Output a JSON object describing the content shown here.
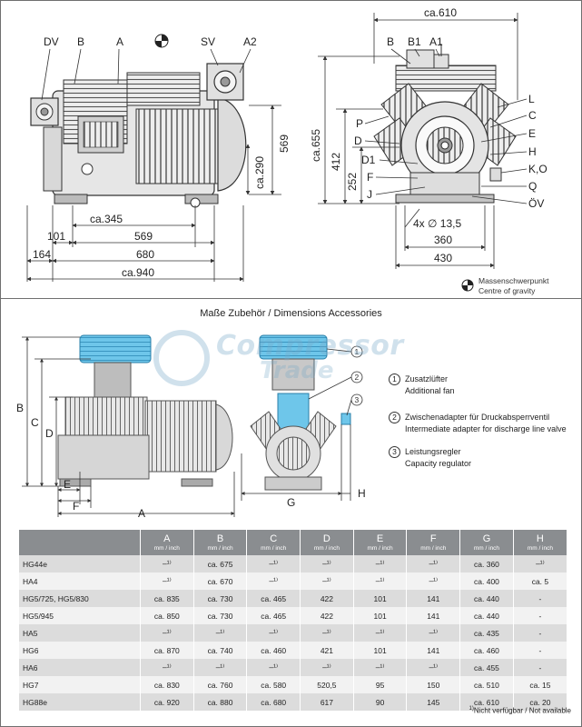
{
  "top_drawing": {
    "side_view_labels": [
      "DV",
      "B",
      "A",
      "SV",
      "A2"
    ],
    "front_view_labels_top": [
      "B",
      "B1",
      "A1"
    ],
    "front_view_labels_left": [
      "P",
      "D",
      "D1",
      "F",
      "J"
    ],
    "front_view_labels_right": [
      "L",
      "C",
      "E",
      "H",
      "K,O",
      "Q",
      "ÖV"
    ],
    "side_dims": {
      "d569_vertical": "569",
      "d290_vertical": "ca.290",
      "d345": "ca.345",
      "d101": "101",
      "d569": "569",
      "d164": "164",
      "d680": "680",
      "d940": "ca.940"
    },
    "front_dims": {
      "d610": "ca.610",
      "d655": "ca.655",
      "d412": "412",
      "d252": "252",
      "holes": "4x ∅ 13,5",
      "d360": "360",
      "d430": "430"
    },
    "gravity_legend": [
      "Massenschwerpunkt",
      "Centre of gravity"
    ]
  },
  "accessories": {
    "title": "Maße Zubehör / Dimensions Accessories",
    "dim_letters": [
      "B",
      "C",
      "D",
      "E",
      "F",
      "A",
      "G",
      "H"
    ],
    "callouts": [
      "1",
      "2",
      "3"
    ],
    "watermark_line1": "Compressor",
    "watermark_line2": "Trade",
    "legend": [
      {
        "num": "1",
        "line1": "Zusatzlüfter",
        "line2": "Additional fan"
      },
      {
        "num": "2",
        "line1": "Zwischenadapter für Druckabsperrventil",
        "line2": "Intermediate adapter for discharge line valve"
      },
      {
        "num": "3",
        "line1": "Leistungsregler",
        "line2": "Capacity regulator"
      }
    ]
  },
  "table": {
    "columns": [
      {
        "letter": "",
        "unit": ""
      },
      {
        "letter": "A",
        "unit": "mm / inch"
      },
      {
        "letter": "B",
        "unit": "mm / inch"
      },
      {
        "letter": "C",
        "unit": "mm / inch"
      },
      {
        "letter": "D",
        "unit": "mm / inch"
      },
      {
        "letter": "E",
        "unit": "mm / inch"
      },
      {
        "letter": "F",
        "unit": "mm / inch"
      },
      {
        "letter": "G",
        "unit": "mm / inch"
      },
      {
        "letter": "H",
        "unit": "mm / inch"
      }
    ],
    "rows": [
      [
        "HG44e",
        "–¹⁾",
        "ca. 675",
        "–¹⁾",
        "–¹⁾",
        "–¹⁾",
        "–¹⁾",
        "ca. 360",
        "–¹⁾"
      ],
      [
        "HA4",
        "–¹⁾",
        "ca. 670",
        "–¹⁾",
        "–¹⁾",
        "–¹⁾",
        "–¹⁾",
        "ca. 400",
        "ca. 5"
      ],
      [
        "HG5/725, HG5/830",
        "ca. 835",
        "ca. 730",
        "ca. 465",
        "422",
        "101",
        "141",
        "ca. 440",
        "-"
      ],
      [
        "HG5/945",
        "ca. 850",
        "ca. 730",
        "ca. 465",
        "422",
        "101",
        "141",
        "ca. 440",
        "-"
      ],
      [
        "HA5",
        "–¹⁾",
        "–¹⁾",
        "–¹⁾",
        "–¹⁾",
        "–¹⁾",
        "–¹⁾",
        "ca. 435",
        "-"
      ],
      [
        "HG6",
        "ca. 870",
        "ca. 740",
        "ca. 460",
        "421",
        "101",
        "141",
        "ca. 460",
        "-"
      ],
      [
        "HA6",
        "–¹⁾",
        "–¹⁾",
        "–¹⁾",
        "–¹⁾",
        "–¹⁾",
        "–¹⁾",
        "ca. 455",
        "-"
      ],
      [
        "HG7",
        "ca. 830",
        "ca. 760",
        "ca. 580",
        "520,5",
        "95",
        "150",
        "ca. 510",
        "ca. 15"
      ],
      [
        "HG88e",
        "ca. 920",
        "ca. 880",
        "ca. 680",
        "617",
        "90",
        "145",
        "ca. 610",
        "ca. 20"
      ]
    ],
    "footnote_mark": "1)",
    "footnote_text": "Nicht verfügbar / Not available"
  },
  "colors": {
    "frame": "#6f6f6f",
    "table_header": "#8a8d90",
    "row_dark": "#dcdcdc",
    "row_light": "#f2f2f2",
    "fan_blue": "#6ec6ea",
    "machine_gray": "#9a9a9a"
  }
}
